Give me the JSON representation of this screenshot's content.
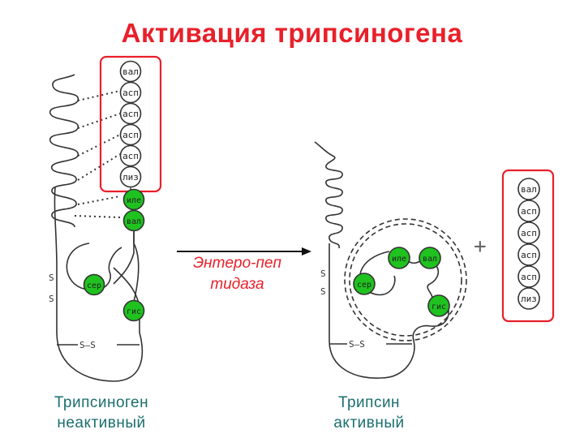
{
  "title": "Активация трипсиногена",
  "enzyme": {
    "line1": "Энтеро-пеп",
    "line2": "тидаза"
  },
  "left": {
    "caption_line1": "Трипсиноген",
    "caption_line2": "неактивный",
    "released_peptide": [
      "вал",
      "асп",
      "асп",
      "асп",
      "асп",
      "лиз"
    ],
    "residues": [
      "иле",
      "вал",
      "сер",
      "гис"
    ],
    "disulfide_labels": [
      "S",
      "S",
      "S—S"
    ]
  },
  "right": {
    "caption_line1": "Трипсин",
    "caption_line2": "активный",
    "residues": [
      "иле",
      "вал",
      "сер",
      "гис"
    ],
    "disulfide_labels": [
      "S",
      "S",
      "S—S"
    ],
    "plus": "+",
    "released_peptide": [
      "вал",
      "асп",
      "асп",
      "асп",
      "асп",
      "лиз"
    ]
  },
  "colors": {
    "title": "#e8202a",
    "caption": "#1b6e6e",
    "highlight_box": "#e8202a",
    "active_residue": "#1fc21f",
    "line": "#333333"
  }
}
